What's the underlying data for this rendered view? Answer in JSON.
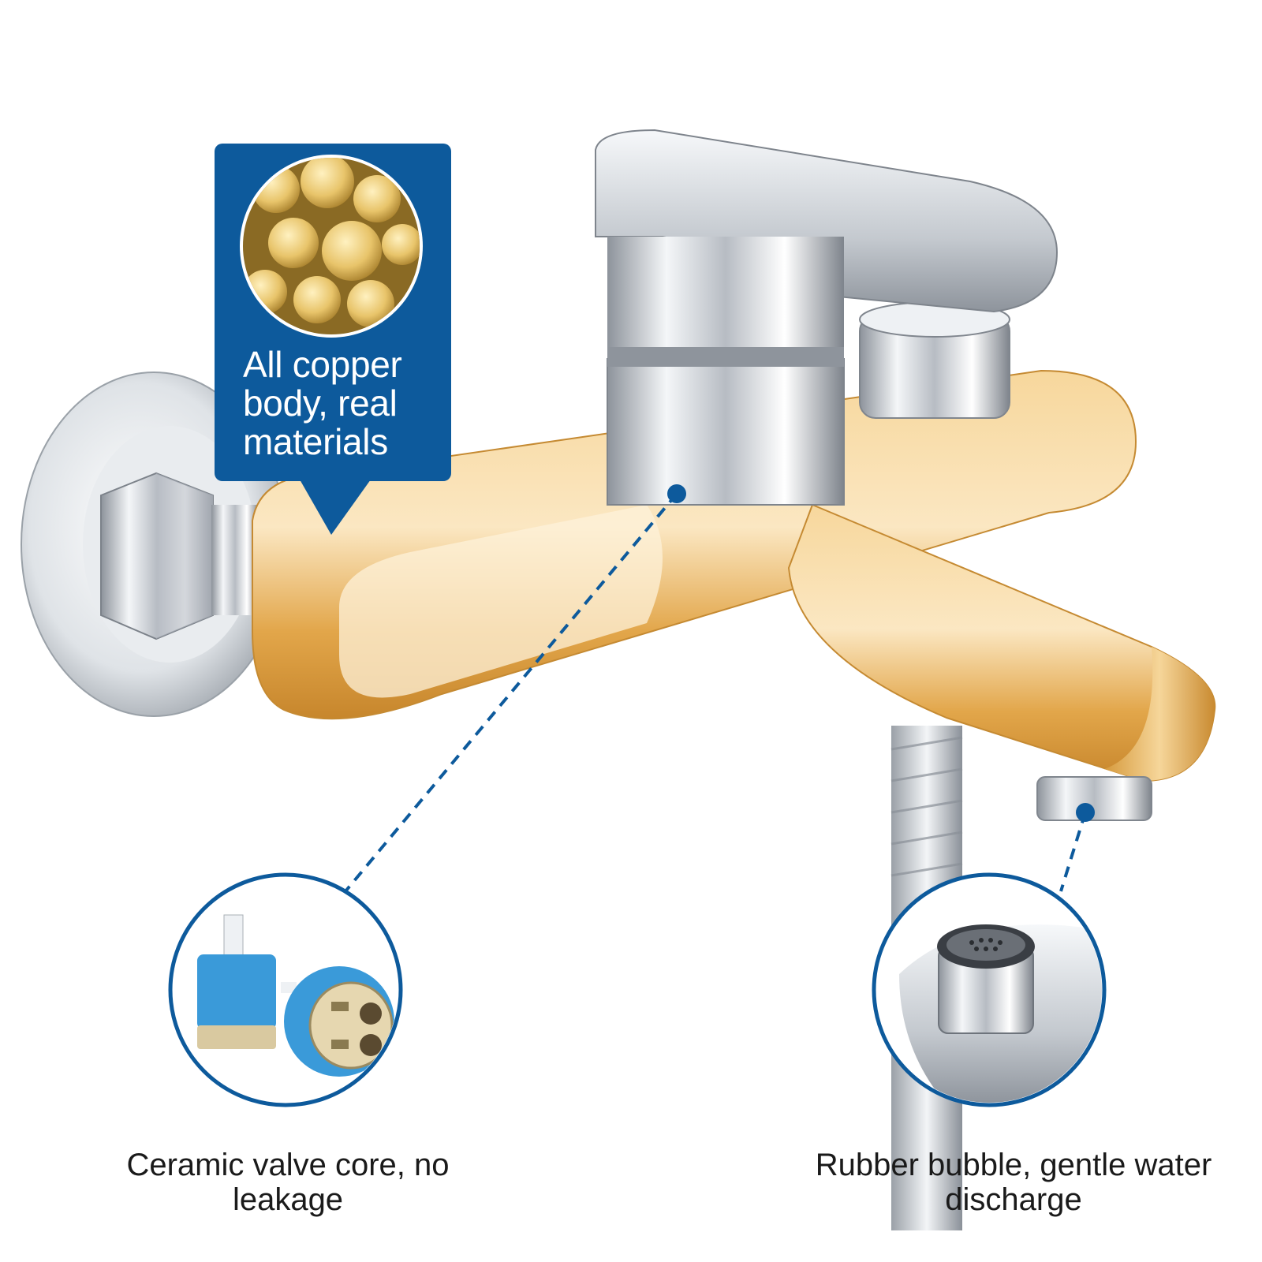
{
  "callout": {
    "text": "All copper body, real materials",
    "background_color": "#0d5a9c"
  },
  "features": [
    {
      "caption": "Ceramic valve core, no leakage",
      "icon": "ceramic-cartridge-icon"
    },
    {
      "caption": "Rubber bubble, gentle water discharge",
      "icon": "aerator-icon"
    }
  ],
  "colors": {
    "accent_blue": "#0d5a9c",
    "gold": "#e8b45a",
    "chrome": "#c9ccd2"
  }
}
